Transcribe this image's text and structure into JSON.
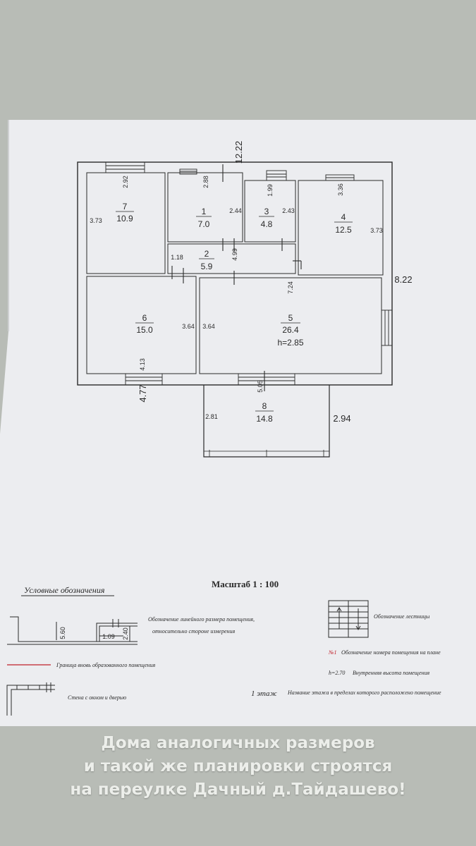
{
  "plan": {
    "overall_width": "12.22",
    "overall_depth": "8.22",
    "rooms": [
      {
        "id": "7",
        "number": "7",
        "area": "10.9",
        "dims": [
          "3.73",
          "2.92"
        ]
      },
      {
        "id": "1",
        "number": "1",
        "area": "7.0",
        "dims": [
          "2.88",
          "2.44"
        ]
      },
      {
        "id": "3",
        "number": "3",
        "area": "4.8",
        "dims": [
          "1.99",
          "2.43"
        ]
      },
      {
        "id": "4",
        "number": "4",
        "area": "12.5",
        "dims": [
          "3.36",
          "3.73"
        ]
      },
      {
        "id": "2",
        "number": "2",
        "area": "5.9",
        "dims": [
          "1.18",
          "4.99"
        ]
      },
      {
        "id": "6",
        "number": "6",
        "area": "15.0",
        "dims": [
          "3.64",
          "4.13"
        ]
      },
      {
        "id": "5",
        "number": "5",
        "area": "26.4",
        "height": "h=2.85",
        "dims": [
          "3.64",
          "7.24"
        ]
      },
      {
        "id": "8",
        "number": "8",
        "area": "14.8",
        "dims": [
          "2.81",
          "5.05",
          "2.94"
        ]
      }
    ],
    "outer_dims": [
      "4.77"
    ]
  },
  "scale_label": "Масштаб 1 : 100",
  "legend": {
    "title": "Условные обозначения",
    "sample_dims": [
      "5.60",
      "1.09",
      "2.40"
    ],
    "items": {
      "linear_size": [
        "Обозначение линейного размера помещения,",
        "относительно стороне измерения"
      ],
      "boundary": "Граница вновь образованного помещения",
      "wall": "Стена с окном и дверью",
      "stairs": "Обозначение лестницы",
      "room_no_sample": "№1",
      "room_no": "Обозначение номера помещения на плане",
      "height_sample": "h=2.70",
      "height": "Внутренняя высота помещения",
      "floor_sample": "1 этаж",
      "floor": "Название этажа в пределах которого расположено помещение"
    }
  },
  "caption": [
    "Дома аналогичных размеров",
    "и такой же планировки строятся",
    "на переулке Дачный д.Тайдашево!"
  ],
  "colors": {
    "background": "#b8bcb6",
    "paper": "#ecedf0",
    "ink": "#2a2a2a",
    "boundary": "#c0202a"
  }
}
